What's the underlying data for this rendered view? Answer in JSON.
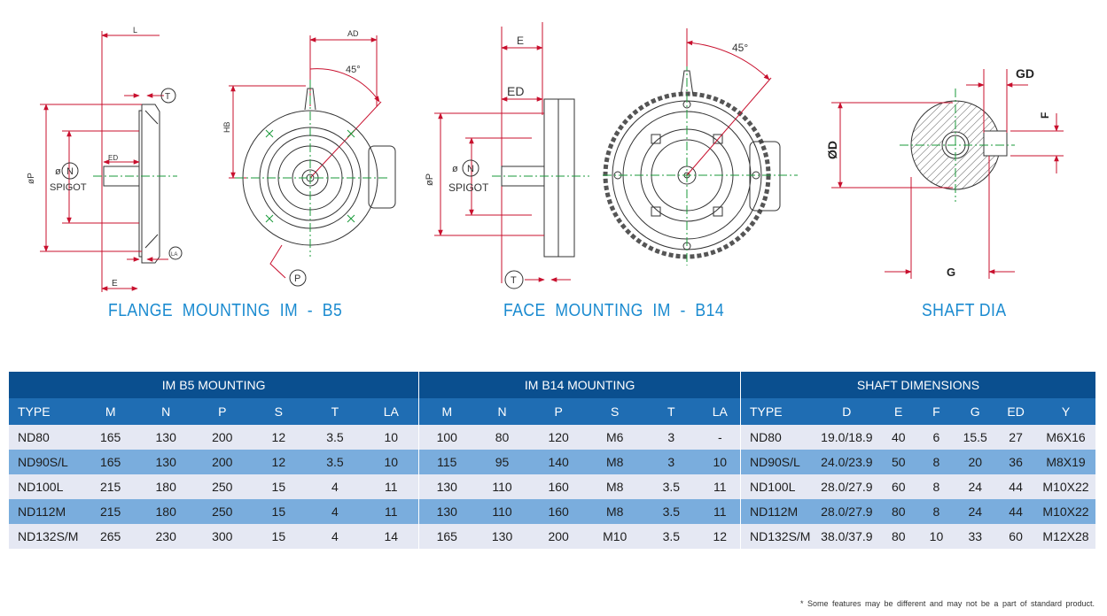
{
  "captions": {
    "b5": "FLANGE  MOUNTING  IM  -  B5",
    "b14": "FACE  MOUNTING  IM  -  B14",
    "shaft": "SHAFT DIA"
  },
  "drawing_labels": {
    "L": "L",
    "AD": "AD",
    "angle": "45°",
    "HB": "HB",
    "T": "T",
    "E": "E",
    "ED": "ED",
    "phiP": "øP",
    "phiN": "ø(N)",
    "N": "N",
    "spigot": "SPIGOT",
    "LA": "LA",
    "P": "P",
    "GD": "GD",
    "F": "F",
    "phiD": "ØD",
    "G": "G"
  },
  "table": {
    "group_headers": [
      "IM  B5  MOUNTING",
      "IM  B14  MOUNTING",
      "SHAFT DIMENSIONS"
    ],
    "columns": [
      "TYPE",
      "M",
      "N",
      "P",
      "S",
      "T",
      "LA",
      "M",
      "N",
      "P",
      "S",
      "T",
      "LA",
      "TYPE",
      "D",
      "E",
      "F",
      "G",
      "ED",
      "Y"
    ],
    "rows": [
      [
        "ND80",
        "165",
        "130",
        "200",
        "12",
        "3.5",
        "10",
        "100",
        "80",
        "120",
        "M6",
        "3",
        "-",
        "ND80",
        "19.0/18.9",
        "40",
        "6",
        "15.5",
        "27",
        "M6X16"
      ],
      [
        "ND90S/L",
        "165",
        "130",
        "200",
        "12",
        "3.5",
        "10",
        "115",
        "95",
        "140",
        "M8",
        "3",
        "10",
        "ND90S/L",
        "24.0/23.9",
        "50",
        "8",
        "20",
        "36",
        "M8X19"
      ],
      [
        "ND100L",
        "215",
        "180",
        "250",
        "15",
        "4",
        "11",
        "130",
        "110",
        "160",
        "M8",
        "3.5",
        "11",
        "ND100L",
        "28.0/27.9",
        "60",
        "8",
        "24",
        "44",
        "M10X22"
      ],
      [
        "ND112M",
        "215",
        "180",
        "250",
        "15",
        "4",
        "11",
        "130",
        "110",
        "160",
        "M8",
        "3.5",
        "11",
        "ND112M",
        "28.0/27.9",
        "80",
        "8",
        "24",
        "44",
        "M10X22"
      ],
      [
        "ND132S/M",
        "265",
        "230",
        "300",
        "15",
        "4",
        "14",
        "165",
        "130",
        "200",
        "M10",
        "3.5",
        "12",
        "ND132S/M",
        "38.0/37.9",
        "80",
        "10",
        "33",
        "60",
        "M12X28"
      ]
    ]
  },
  "footnote": "* Some features may be different and may not be a part of standard product.",
  "colors": {
    "dimension": "#c8102e",
    "centerline": "#1a9a3a",
    "caption": "#1b8bd0",
    "header_dark": "#0a4f8f",
    "header_mid": "#1f6db3",
    "row_light": "#e5e8f3",
    "row_blue": "#7aaddd"
  }
}
